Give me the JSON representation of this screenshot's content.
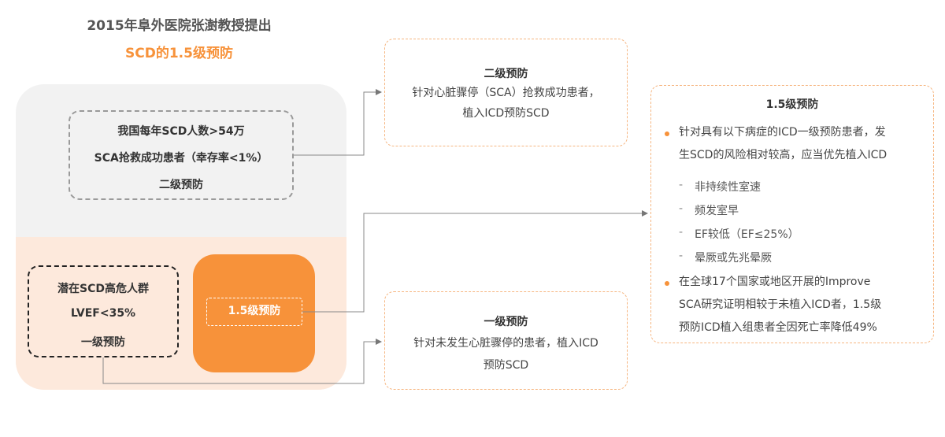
{
  "colors": {
    "accent": "#f7923a",
    "accent_light": "#fde9dc",
    "gray_panel": "#f2f2f2",
    "dash_border": "#f6b681"
  },
  "header": {
    "line1": "2015年阜外医院张澍教授提出",
    "line2": "SCD的1.5级预防"
  },
  "secondary_prevention_group": {
    "line1": "我国每年SCD人数>54万",
    "line2": "SCA抢救成功患者（幸存率<1%）",
    "line3": "二级预防"
  },
  "primary_prevention_group": {
    "line1": "潜在SCD高危人群",
    "line2": "LVEF<35%",
    "line3": "一级预防"
  },
  "center_label": "1.5级预防",
  "secondary_box": {
    "title": "二级预防",
    "line1": "针对心脏骤停（SCA）抢救成功患者，",
    "line2": "植入ICD预防SCD"
  },
  "primary_box": {
    "title": "一级预防",
    "line1": "针对未发生心脏骤停的患者，植入ICD",
    "line2": "预防SCD"
  },
  "box_15": {
    "title": "1.5级预防",
    "bullet1_line1": "针对具有以下病症的ICD一级预防患者，发",
    "bullet1_line2": "生SCD的风险相对较高，应当优先植入ICD",
    "conditions": [
      "非持续性室速",
      "频发室早",
      "EF较低（EF≤25%）",
      "晕厥或先兆晕厥"
    ],
    "bullet2_line1": "在全球17个国家或地区开展的Improve",
    "bullet2_line2": "SCA研究证明相较于未植入ICD者，1.5级",
    "bullet2_line3": "预防ICD植入组患者全因死亡率降低49%"
  }
}
